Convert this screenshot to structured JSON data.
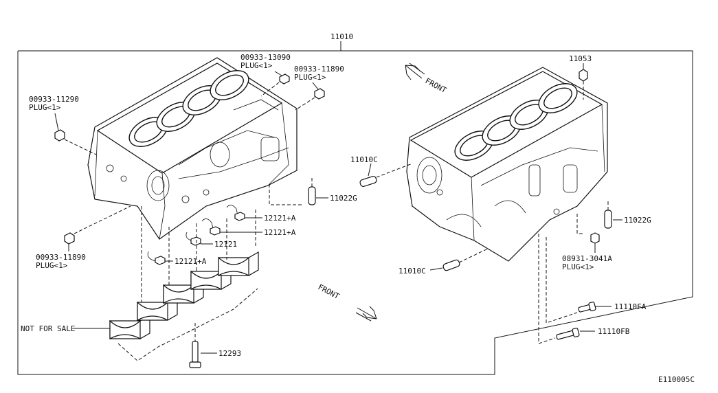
{
  "labels": {
    "main_part": "11010",
    "plug_13090": "00933-13090",
    "plug_13090_sub": "PLUG<1>",
    "plug_11890_top": "00933-11890",
    "plug_11890_top_sub": "PLUG<1>",
    "plug_11290": "00933-11290",
    "plug_11290_sub": "PLUG<1>",
    "plug_11890_left": "00933-11890",
    "plug_11890_left_sub": "PLUG<1>",
    "part_11053": "11053",
    "front_top": "FRONT",
    "front_bottom": "FRONT",
    "dowel_11010c_a": "11010C",
    "dowel_11010c_b": "11010C",
    "dowel_11022g_a": "11022G",
    "dowel_11022g_b": "11022G",
    "jet_12121a_1": "12121+A",
    "jet_12121a_2": "12121+A",
    "jet_12121": "12121",
    "jet_12121a_3": "12121+A",
    "plug_3041a": "08931-3041A",
    "plug_3041a_sub": "PLUG<1>",
    "bolt_11110fa": "11110FA",
    "bolt_11110fb": "11110FB",
    "not_for_sale": "NOT FOR SALE",
    "bolt_12293": "12293",
    "diagram_code": "E110005C"
  }
}
